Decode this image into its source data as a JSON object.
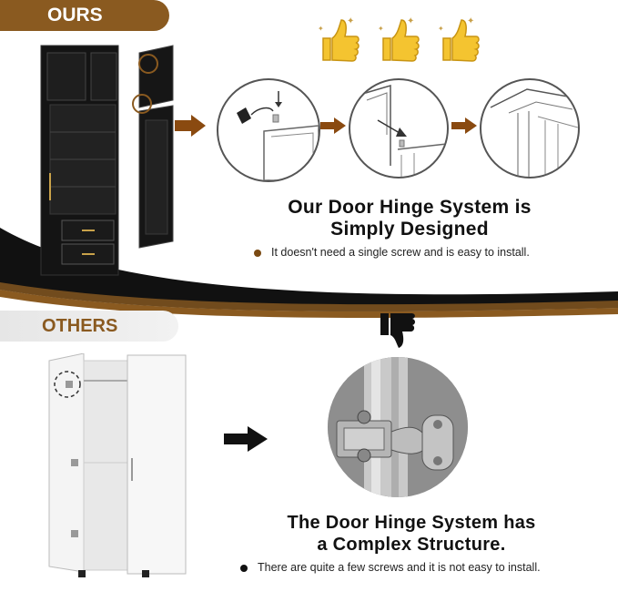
{
  "ours": {
    "tag": "OURS",
    "title_line1": "Our Door Hinge System is",
    "title_line2": "Simply Designed",
    "bullet": "It doesn't need a single screw and is easy to install.",
    "bullet_color": "#7a4a12"
  },
  "others": {
    "tag": "OTHERS",
    "title_line1": "The Door Hinge System has",
    "title_line2": "a Complex Structure.",
    "bullet": "There are quite a few screws and it is not easy to install.",
    "bullet_color": "#111111"
  },
  "colors": {
    "brown": "#8a5a20",
    "dark_band": "#111111",
    "thumb_yellow": "#f4c430"
  }
}
